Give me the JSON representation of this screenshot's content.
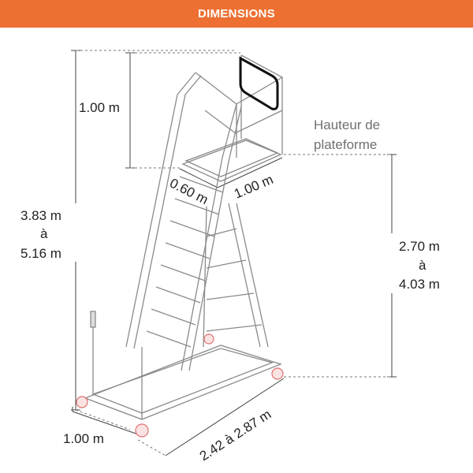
{
  "banner": {
    "title": "DIMENSIONS"
  },
  "colors": {
    "accent": "#ED7032",
    "ladder": "#8a8a8a",
    "caster": "#e07070",
    "dimension": "#444444"
  },
  "dimensions": {
    "guardrail_height": "1.00 m",
    "total_height_line1": "3.83 m",
    "total_height_line2": "à",
    "total_height_line3": "5.16 m",
    "platform_label_line1": "Hauteur de",
    "platform_label_line2": "plateforme",
    "platform_depth": "0.60 m",
    "platform_width": "1.00 m",
    "platform_height_line1": "2.70 m",
    "platform_height_line2": "à",
    "platform_height_line3": "4.03 m",
    "base_width": "1.00 m",
    "base_length": "2.42 à 2.87 m"
  }
}
